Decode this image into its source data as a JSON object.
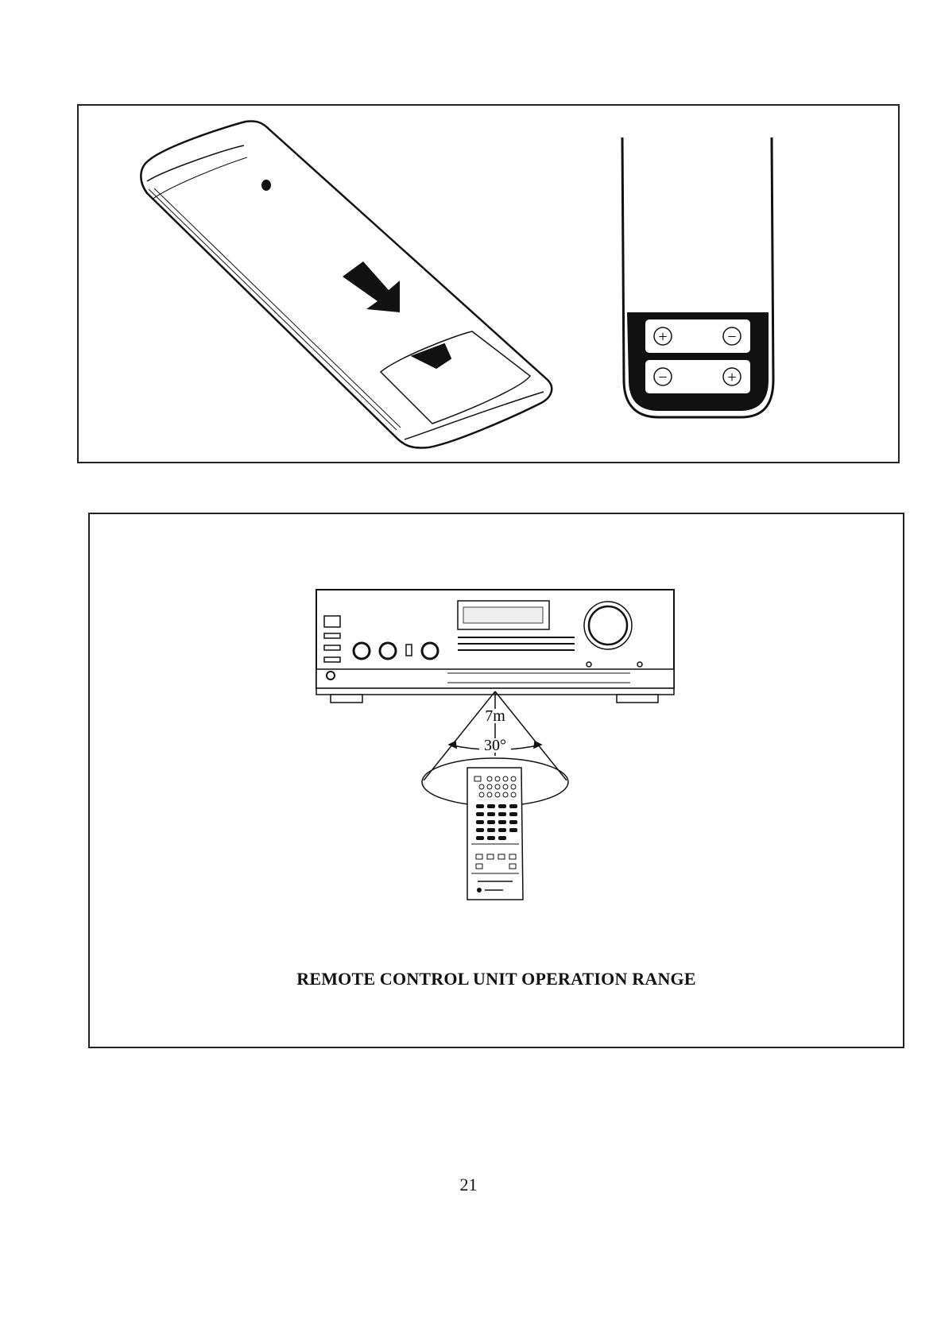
{
  "figures": {
    "battery_cover": {
      "icon": "remote-battery-cover-removal"
    },
    "battery_compartment": {
      "polarity": {
        "row1_left": "+",
        "row1_right": "−",
        "row2_left": "−",
        "row2_right": "+"
      }
    },
    "operation_range": {
      "distance_label": "7m",
      "angle_label": "30°"
    }
  },
  "caption": "REMOTE CONTROL UNIT OPERATION RANGE",
  "page_number": "21"
}
